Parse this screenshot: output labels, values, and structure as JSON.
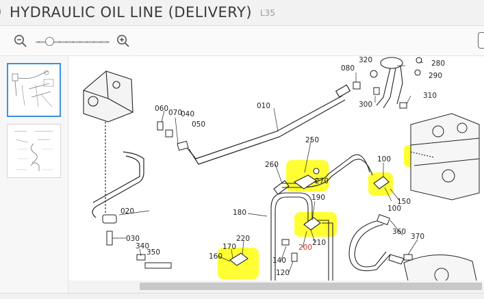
{
  "header": {
    "title": "HYDRAULIC OIL LINE (DELIVERY)",
    "code": "L35"
  },
  "toolbar": {
    "zoom_out_icon": "zoom-out-icon",
    "zoom_in_icon": "zoom-in-icon",
    "zoom_level": 0.15
  },
  "thumbnails": [
    {
      "name": "page-1",
      "active": true
    },
    {
      "name": "page-2",
      "active": false
    }
  ],
  "colors": {
    "highlight": "#ffff33",
    "thumb_active_border": "#3b8fe0",
    "title_bar": "#f2f2f2"
  },
  "diagram": {
    "callouts": {
      "c010": "010",
      "c020": "020",
      "c030": "030",
      "c040": "040",
      "c050": "050",
      "c060": "060",
      "c070": "070",
      "c080": "080",
      "c100a": "100",
      "c100b": "100",
      "c120": "120",
      "c140": "140",
      "c150": "150",
      "c160": "160",
      "c170": "170",
      "c180": "180",
      "c190": "190",
      "c200": "200",
      "c210": "210",
      "c220": "220",
      "c250": "250",
      "c260": "260",
      "c270": "270",
      "c280": "280",
      "c290": "290",
      "c300": "300",
      "c310": "310",
      "c320": "320",
      "c340": "340",
      "c350": "350",
      "c360": "360",
      "c370": "370"
    }
  }
}
